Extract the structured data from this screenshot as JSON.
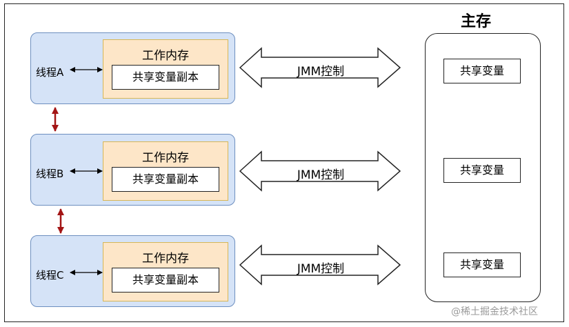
{
  "main_memory": {
    "title": "主存",
    "variables": [
      "共享变量",
      "共享变量",
      "共享变量"
    ]
  },
  "threads": [
    {
      "label": "线程A",
      "work_memory": "工作内存",
      "copy": "共享变量副本"
    },
    {
      "label": "线程B",
      "work_memory": "工作内存",
      "copy": "共享变量副本"
    },
    {
      "label": "线程C",
      "work_memory": "工作内存",
      "copy": "共享变量副本"
    }
  ],
  "jmm_arrows": [
    "JMM控制",
    "JMM控制",
    "JMM控制"
  ],
  "watermark": "@稀土掘金技术社区",
  "colors": {
    "thread_fill": "#d5e3f7",
    "thread_border": "#6c8ebf",
    "work_fill": "#fde6c8",
    "work_border": "#d6b656",
    "sync_arrow": "#a31515"
  }
}
